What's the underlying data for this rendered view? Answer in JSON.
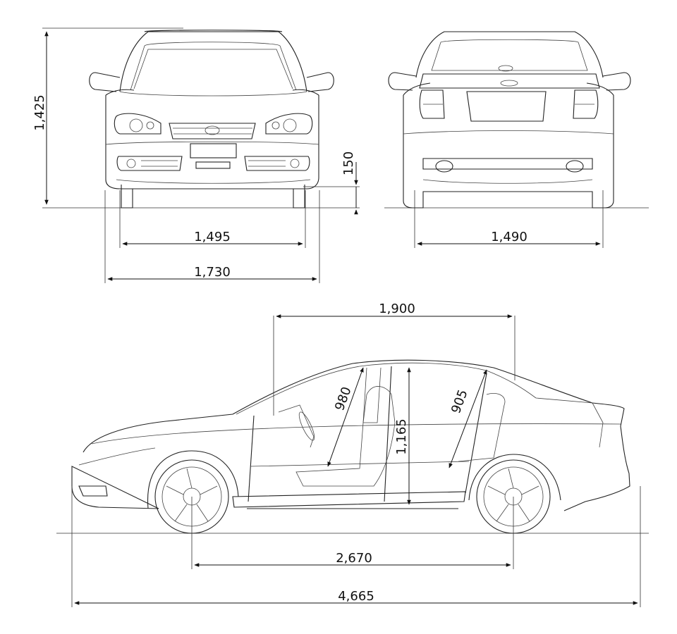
{
  "dimensions": {
    "height": "1,425",
    "ground_clearance": "150",
    "front_track": "1,495",
    "width": "1,730",
    "rear_track": "1,490",
    "cabin_length": "1,900",
    "front_headroom": "980",
    "rear_headroom": "905",
    "interior_height": "1,165",
    "wheelbase": "2,670",
    "length": "4,665"
  }
}
